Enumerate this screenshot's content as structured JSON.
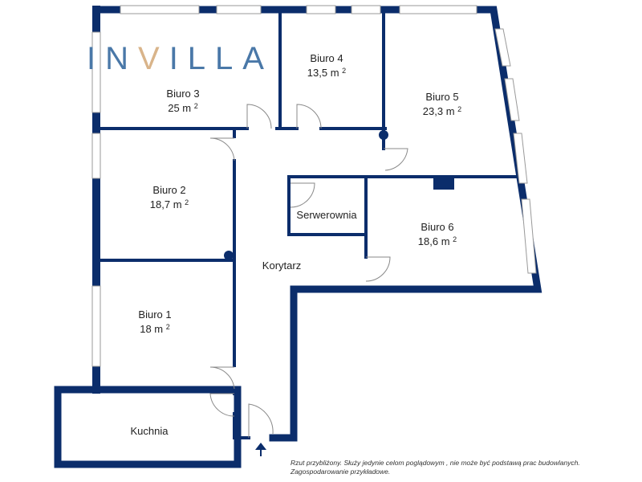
{
  "logo": {
    "text_before": "IN",
    "text_v": "V",
    "text_after": "ILLA"
  },
  "rooms": [
    {
      "name": "Biuro 3",
      "area": "25 m",
      "sup": "2"
    },
    {
      "name": "Biuro 4",
      "area": "13,5 m",
      "sup": "2"
    },
    {
      "name": "Biuro 5",
      "area": "23,3 m",
      "sup": "2"
    },
    {
      "name": "Biuro 2",
      "area": "18,7 m",
      "sup": "2"
    },
    {
      "name": "Serwerownia"
    },
    {
      "name": "Biuro 6",
      "area": "18,6 m",
      "sup": "2"
    },
    {
      "name": "Korytarz"
    },
    {
      "name": "Biuro 1",
      "area": "18 m",
      "sup": "2"
    },
    {
      "name": "Kuchnia"
    }
  ],
  "note": {
    "line1": "Rzut przybliżony. Służy jedynie celom poglądowym , nie może być podstawą prac budowlanych.",
    "line2": "Zagospodarowanie przykładowe."
  },
  "colors": {
    "wall": "#0b2d6b",
    "logo": "#4a78a8",
    "logo_accent": "#d9b48a"
  }
}
